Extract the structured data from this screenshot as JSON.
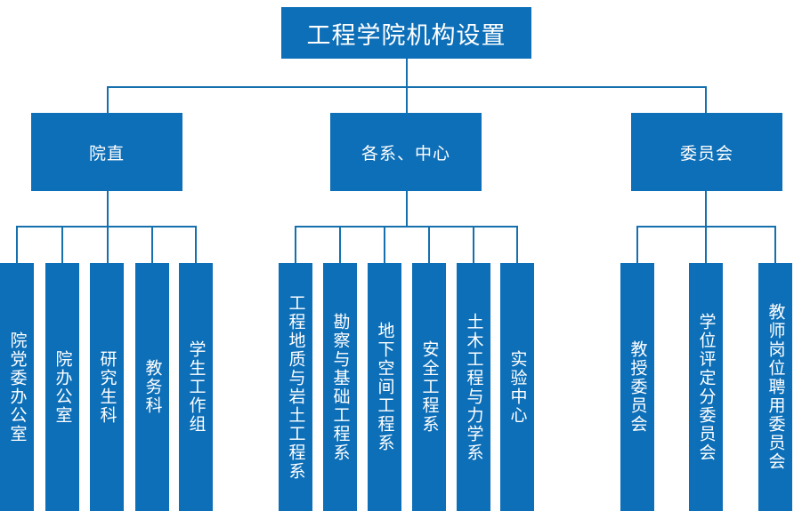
{
  "chart_data": {
    "type": "diagram",
    "diagram_kind": "organizational-chart",
    "title": "工程学院机构设置",
    "colors": {
      "node_fill": "#0d6fb8",
      "node_text": "#ffffff",
      "connector": "#1570ad",
      "background": "#ffffff"
    },
    "levels": 3,
    "groups": [
      {
        "id": "administration",
        "label": "院直",
        "children": [
          "院党委办公室",
          "院办公室",
          "研究生科",
          "教务科",
          "学生工作组"
        ]
      },
      {
        "id": "departments",
        "label": "各系、中心",
        "children": [
          "工程地质与岩土工程系",
          "勘察与基础工程系",
          "地下空间工程系",
          "安全工程系",
          "土木工程与力学系",
          "实验中心"
        ]
      },
      {
        "id": "committees",
        "label": "委员会",
        "children": [
          "教授委员会",
          "学位评定分委员会",
          "教师岗位聘用委员会"
        ]
      }
    ]
  },
  "root": {
    "label": "工程学院机构设置"
  },
  "level2": {
    "administration": {
      "label": "院直"
    },
    "departments": {
      "label": "各系、中心"
    },
    "committees": {
      "label": "委员会"
    }
  },
  "administration_children": [
    {
      "label": "院党委办公室"
    },
    {
      "label": "院办公室"
    },
    {
      "label": "研究生科"
    },
    {
      "label": "教务科"
    },
    {
      "label": "学生工作组"
    }
  ],
  "department_children": [
    {
      "label": "工程地质与岩土工程系"
    },
    {
      "label": "勘察与基础工程系"
    },
    {
      "label": "地下空间工程系"
    },
    {
      "label": "安全工程系"
    },
    {
      "label": "土木工程与力学系"
    },
    {
      "label": "实验中心"
    }
  ],
  "committee_children": [
    {
      "label": "教授委员会"
    },
    {
      "label": "学位评定分委员会"
    },
    {
      "label": "教师岗位聘用委员会"
    }
  ]
}
